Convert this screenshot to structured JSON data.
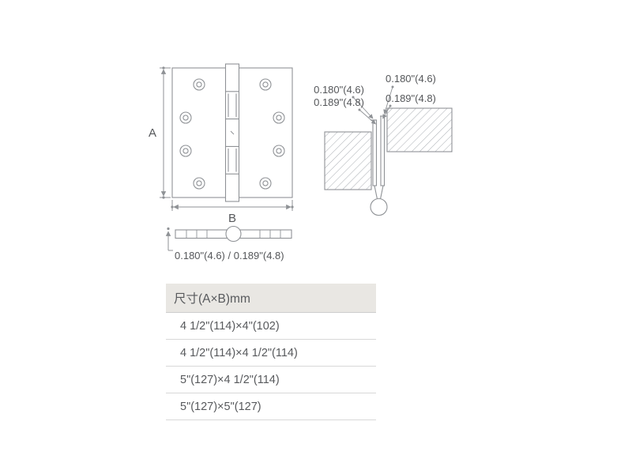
{
  "palette": {
    "line_color": "#8f9296",
    "text_color": "#55575a",
    "table_header_bg": "#e9e7e3",
    "table_border": "#d8d8d8"
  },
  "front_view": {
    "dim_a": "A",
    "dim_b": "B"
  },
  "section_view": {
    "left_labels": [
      "0.180\"(4.6)",
      "0.189\"(4.8)"
    ],
    "right_labels": [
      "0.180\"(4.6)",
      "0.189\"(4.8)"
    ]
  },
  "side_view": {
    "thickness": "0.180\"(4.6) / 0.189\"(4.8)"
  },
  "size_table": {
    "header": "尺寸(A×B)mm",
    "rows": [
      "4 1/2\"(114)×4\"(102)",
      "4 1/2\"(114)×4 1/2\"(114)",
      "5\"(127)×4 1/2\"(114)",
      "5\"(127)×5\"(127)"
    ]
  }
}
